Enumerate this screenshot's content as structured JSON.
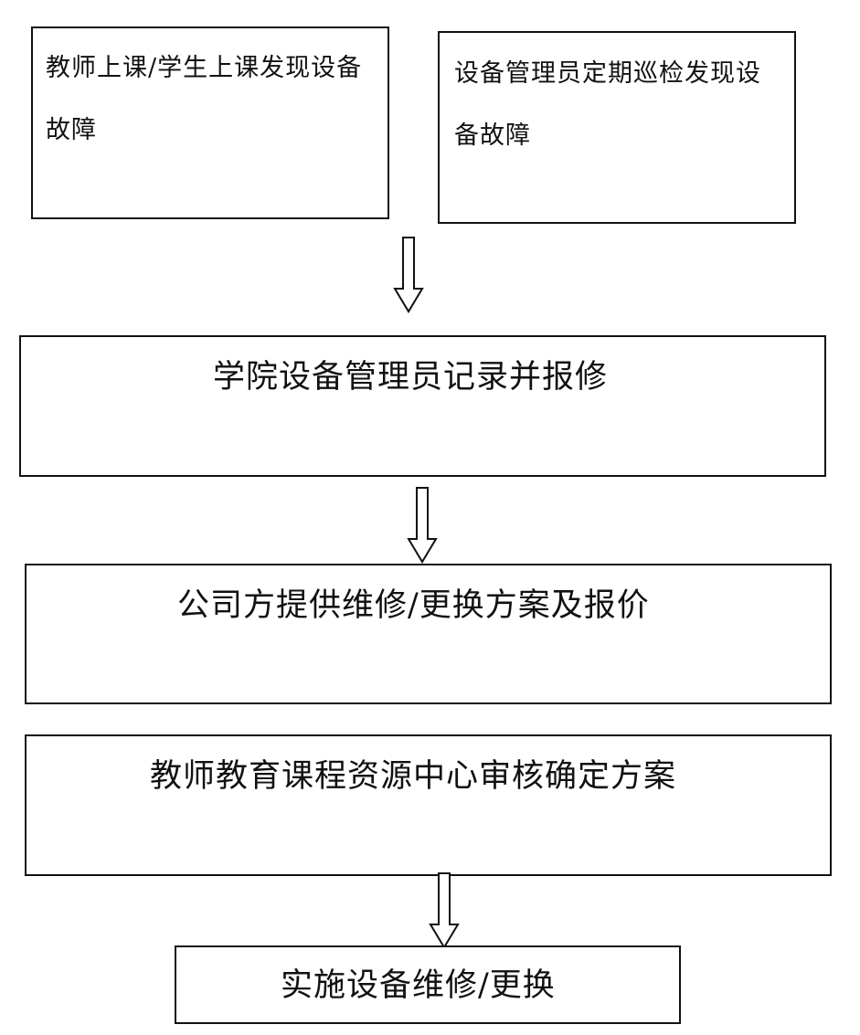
{
  "flow": {
    "box_teacher_student": "教师上课/学生上课发现设备故障",
    "box_admin_inspection": "设备管理员定期巡检发现设备故障",
    "box_record_report": "学院设备管理员记录并报修",
    "box_company_plan": "公司方提供维修/更换方案及报价",
    "box_center_review": "教师教育课程资源中心审核确定方案",
    "box_implement": "实施设备维修/更换"
  }
}
